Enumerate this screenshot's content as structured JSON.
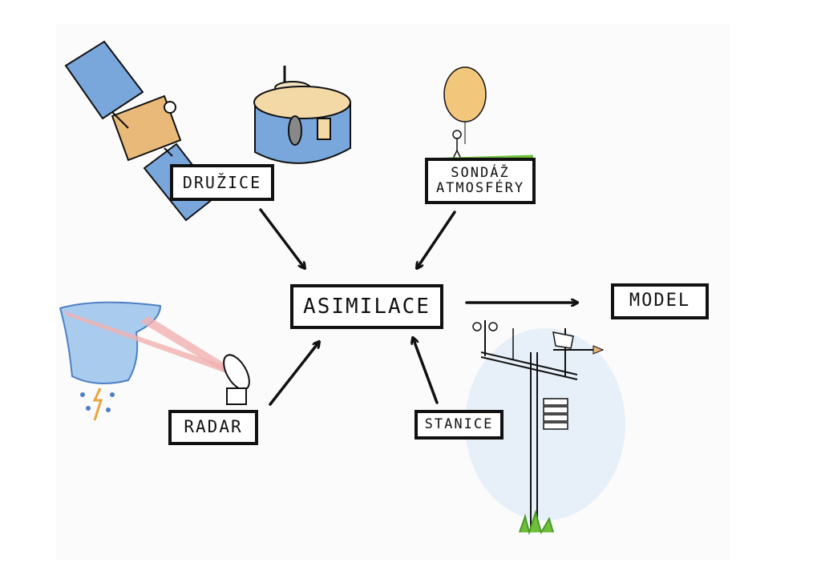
{
  "nodes": {
    "druzice": "DRUŽICE",
    "sondaz_line1": "SONDÁŽ",
    "sondaz_line2": "ATMOSFÉRY",
    "asimilace": "ASIMILACE",
    "model": "MODEL",
    "radar": "RADAR",
    "stanice": "STANICE"
  },
  "edges": [
    {
      "from": "DRUŽICE",
      "to": "ASIMILACE"
    },
    {
      "from": "SONDÁŽ ATMOSFÉRY",
      "to": "ASIMILACE"
    },
    {
      "from": "RADAR",
      "to": "ASIMILACE"
    },
    {
      "from": "STANICE",
      "to": "ASIMILACE"
    },
    {
      "from": "ASIMILACE",
      "to": "MODEL"
    }
  ],
  "colors": {
    "ink": "#111111",
    "satellite_blue": "#6f9fd8",
    "tan": "#e8b978",
    "grass": "#6fbf3a",
    "radar_beam": "#e07070"
  }
}
